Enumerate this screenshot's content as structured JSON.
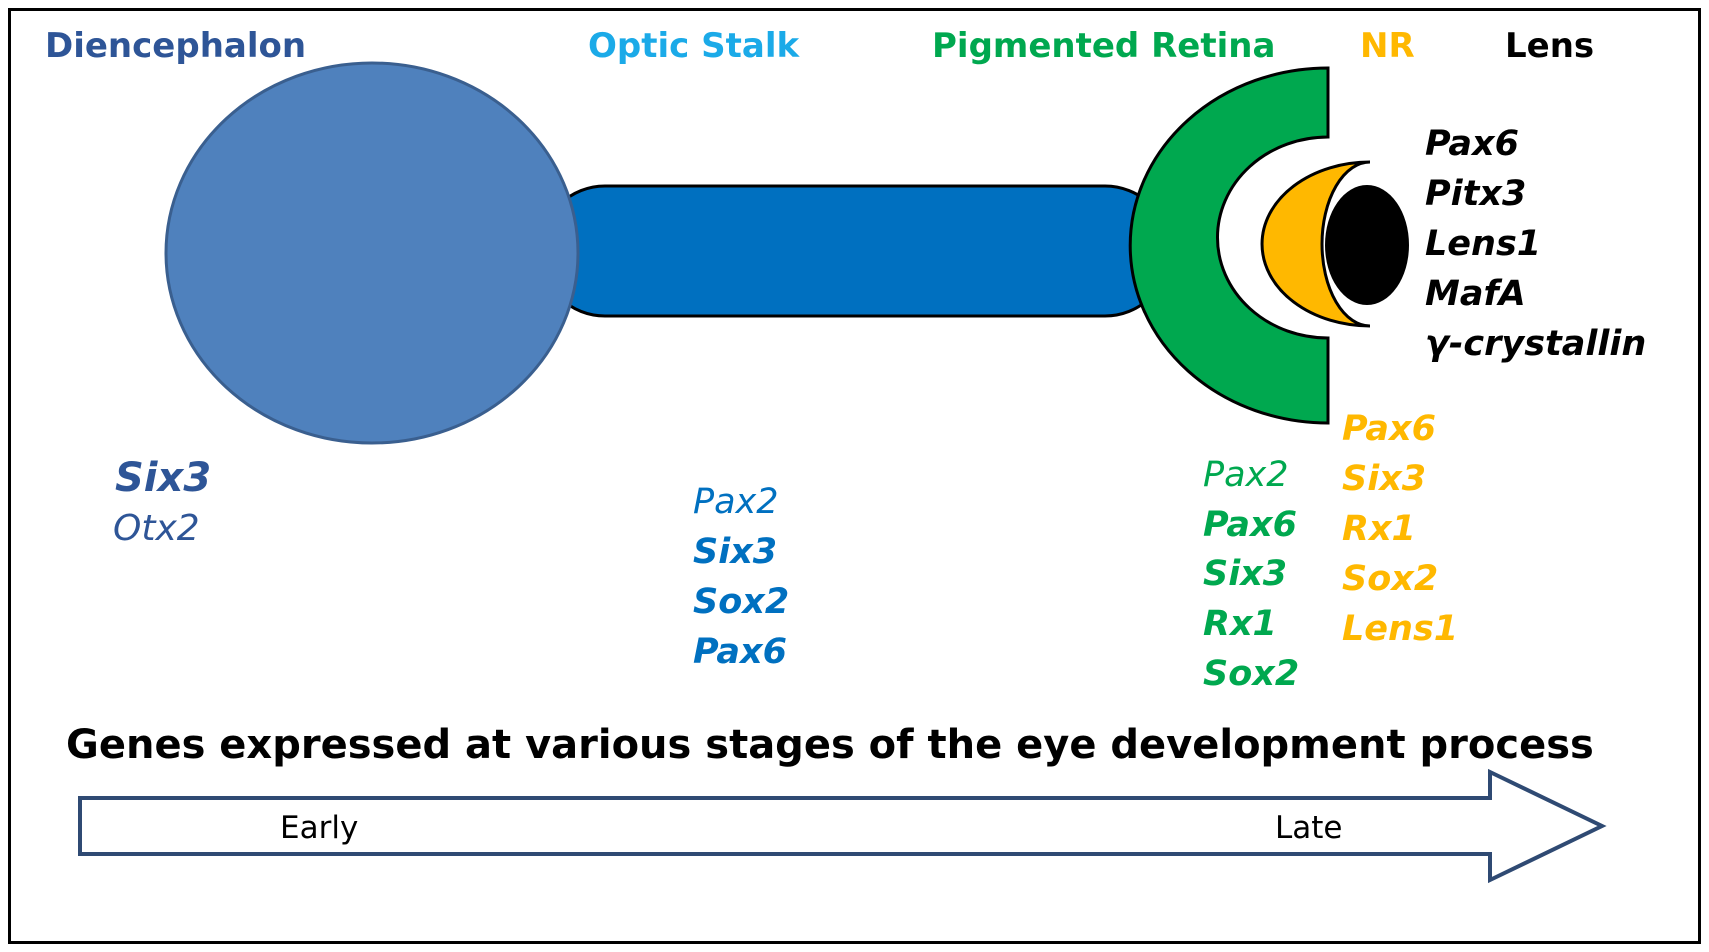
{
  "headers": {
    "diencephalon": "Diencephalon",
    "optic_stalk": "Optic Stalk",
    "pigmented_retina": "Pigmented Retina",
    "nr": "NR",
    "lens": "Lens"
  },
  "genes": {
    "diencephalon": [
      "Six3",
      "Otx2"
    ],
    "optic_stalk": [
      "Pax2",
      "Six3",
      "Sox2",
      "Pax6"
    ],
    "pigmented_retina": [
      "Pax2",
      "Pax6",
      "Six3",
      "Rx1",
      "Sox2"
    ],
    "nr": [
      "Pax6",
      "Six3",
      "Rx1",
      "Sox2",
      "Lens1"
    ],
    "lens": [
      "Pax6",
      "Pitx3",
      "Lens1",
      "MafA",
      "γ-crystallin"
    ]
  },
  "title": "Genes expressed at various stages of the eye development process",
  "timeline": {
    "early": "Early",
    "late": "Late"
  },
  "colors": {
    "diencephalon": "#2E5597",
    "diencephalon_fill": "#4F81BD",
    "optic_stalk": "#1BAAE8",
    "optic_stalk_fill": "#0070C0",
    "pigmented_retina": "#00A84F",
    "nr": "#FFB800",
    "lens": "#000000",
    "arrow_stroke": "#2F4A73"
  }
}
